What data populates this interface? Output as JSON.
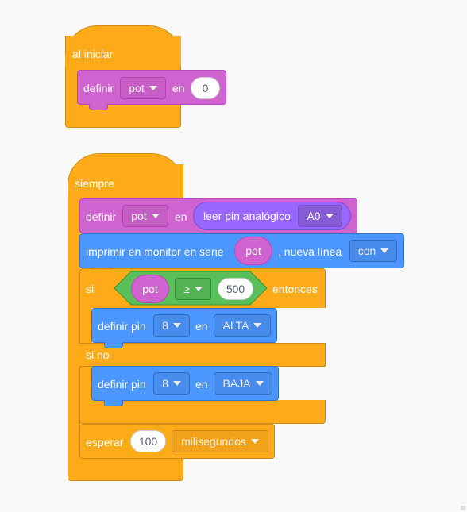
{
  "start_block": {
    "label": "al iniciar",
    "set": {
      "label": "definir",
      "variable": "pot",
      "in_label": "en",
      "value": "0"
    }
  },
  "forever_block": {
    "label": "siempre",
    "set": {
      "label": "definir",
      "variable": "pot",
      "in_label": "en",
      "reporter": {
        "label": "leer pin analógico",
        "pin": "A0"
      }
    },
    "serial_print": {
      "label": "imprimir en monitor en serie",
      "value": "pot",
      "newline_label": ", nueva línea",
      "newline_option": "con"
    },
    "if_else": {
      "if_label": "si",
      "condition": {
        "left": "pot",
        "operator": "≥",
        "right": "500"
      },
      "then_label": "entonces",
      "then_action": {
        "label": "definir pin",
        "pin": "8",
        "in_label": "en",
        "state": "ALTA"
      },
      "else_label": "si no",
      "else_action": {
        "label": "definir pin",
        "pin": "8",
        "in_label": "en",
        "state": "BAJA"
      }
    },
    "wait": {
      "label": "esperar",
      "value": "100",
      "unit": "milisegundos"
    }
  },
  "colors": {
    "events_control": "#ffab19",
    "variables": "#cf63cf",
    "arduino": "#4c97ff",
    "operators": "#59c059",
    "sensing_reporter": "#9966ff"
  }
}
